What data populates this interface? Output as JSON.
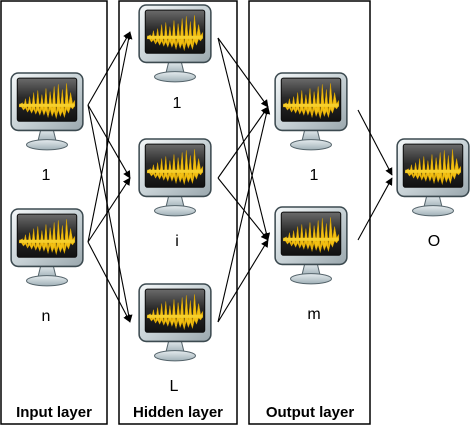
{
  "layers": [
    {
      "id": "input",
      "title": "Input layer",
      "nodes": [
        "1",
        "n"
      ]
    },
    {
      "id": "hidden",
      "title": "Hidden layer",
      "nodes": [
        "1",
        "i",
        "L"
      ]
    },
    {
      "id": "output",
      "title": "Output layer",
      "nodes": [
        "1",
        "m"
      ]
    }
  ],
  "final_node": {
    "label": "O"
  },
  "icon": "computer-monitor-waveform-icon",
  "colors": {
    "waveform": "#f2c014",
    "screen_dark": "#1a1a1a",
    "monitor_frame": "#cfd8dc",
    "border": "#000000"
  }
}
